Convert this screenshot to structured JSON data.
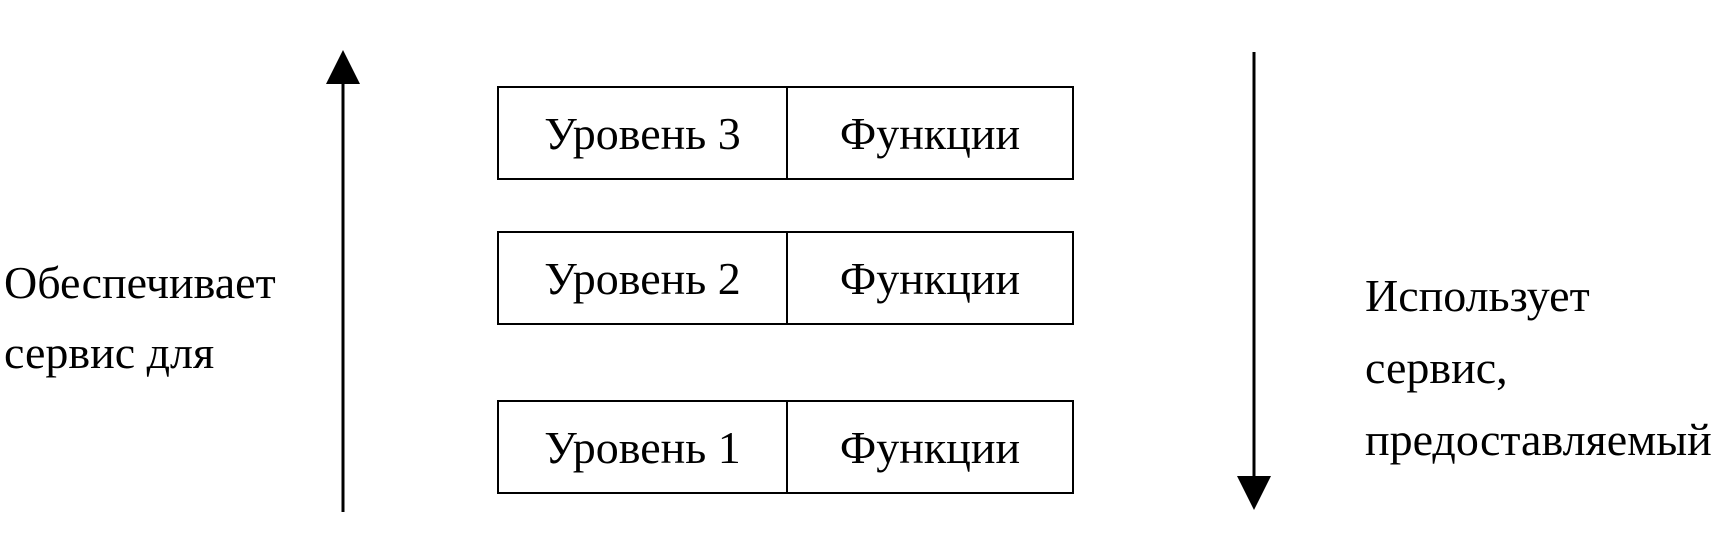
{
  "left_caption": {
    "line1": "Обеспечивает",
    "line2": "сервис для"
  },
  "right_caption": {
    "line1": "Использует",
    "line2": "сервис,",
    "line3": "предоставляемый"
  },
  "layers": [
    {
      "level": "Уровень 3",
      "functions": "Функции"
    },
    {
      "level": "Уровень 2",
      "functions": "Функции"
    },
    {
      "level": "Уровень 1",
      "functions": "Функции"
    }
  ],
  "colors": {
    "ink": "#000000",
    "background": "#ffffff"
  },
  "icons": {
    "left_arrow": "arrow-up-icon",
    "right_arrow": "arrow-down-icon"
  }
}
